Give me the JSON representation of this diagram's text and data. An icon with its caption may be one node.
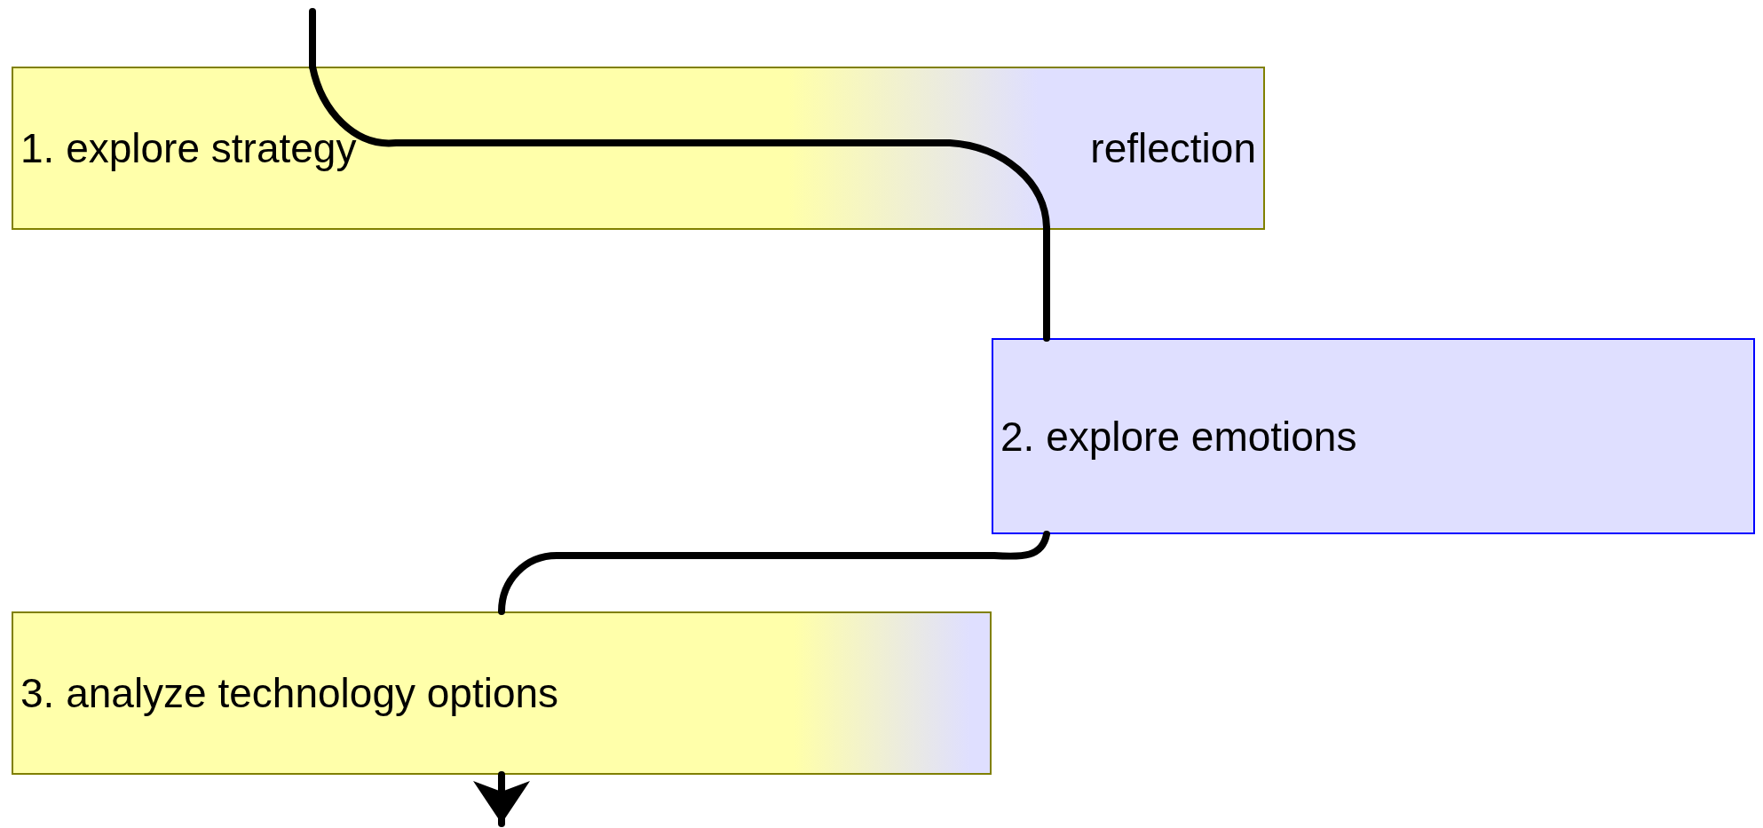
{
  "diagram": {
    "nodes": [
      {
        "text": [
          "1. explore strategy",
          "reflection"
        ]
      },
      {
        "text": [
          "2. explore emotions"
        ]
      },
      {
        "text": [
          "3. analyze technology options"
        ]
      }
    ],
    "edges": [
      {
        "from": null,
        "to": 0,
        "arrow": "none"
      },
      {
        "from": 0,
        "to": 1,
        "arrow": "none"
      },
      {
        "from": 1,
        "to": 2,
        "arrow": "none"
      },
      {
        "from": 2,
        "to": null,
        "arrow": "to"
      }
    ]
  }
}
